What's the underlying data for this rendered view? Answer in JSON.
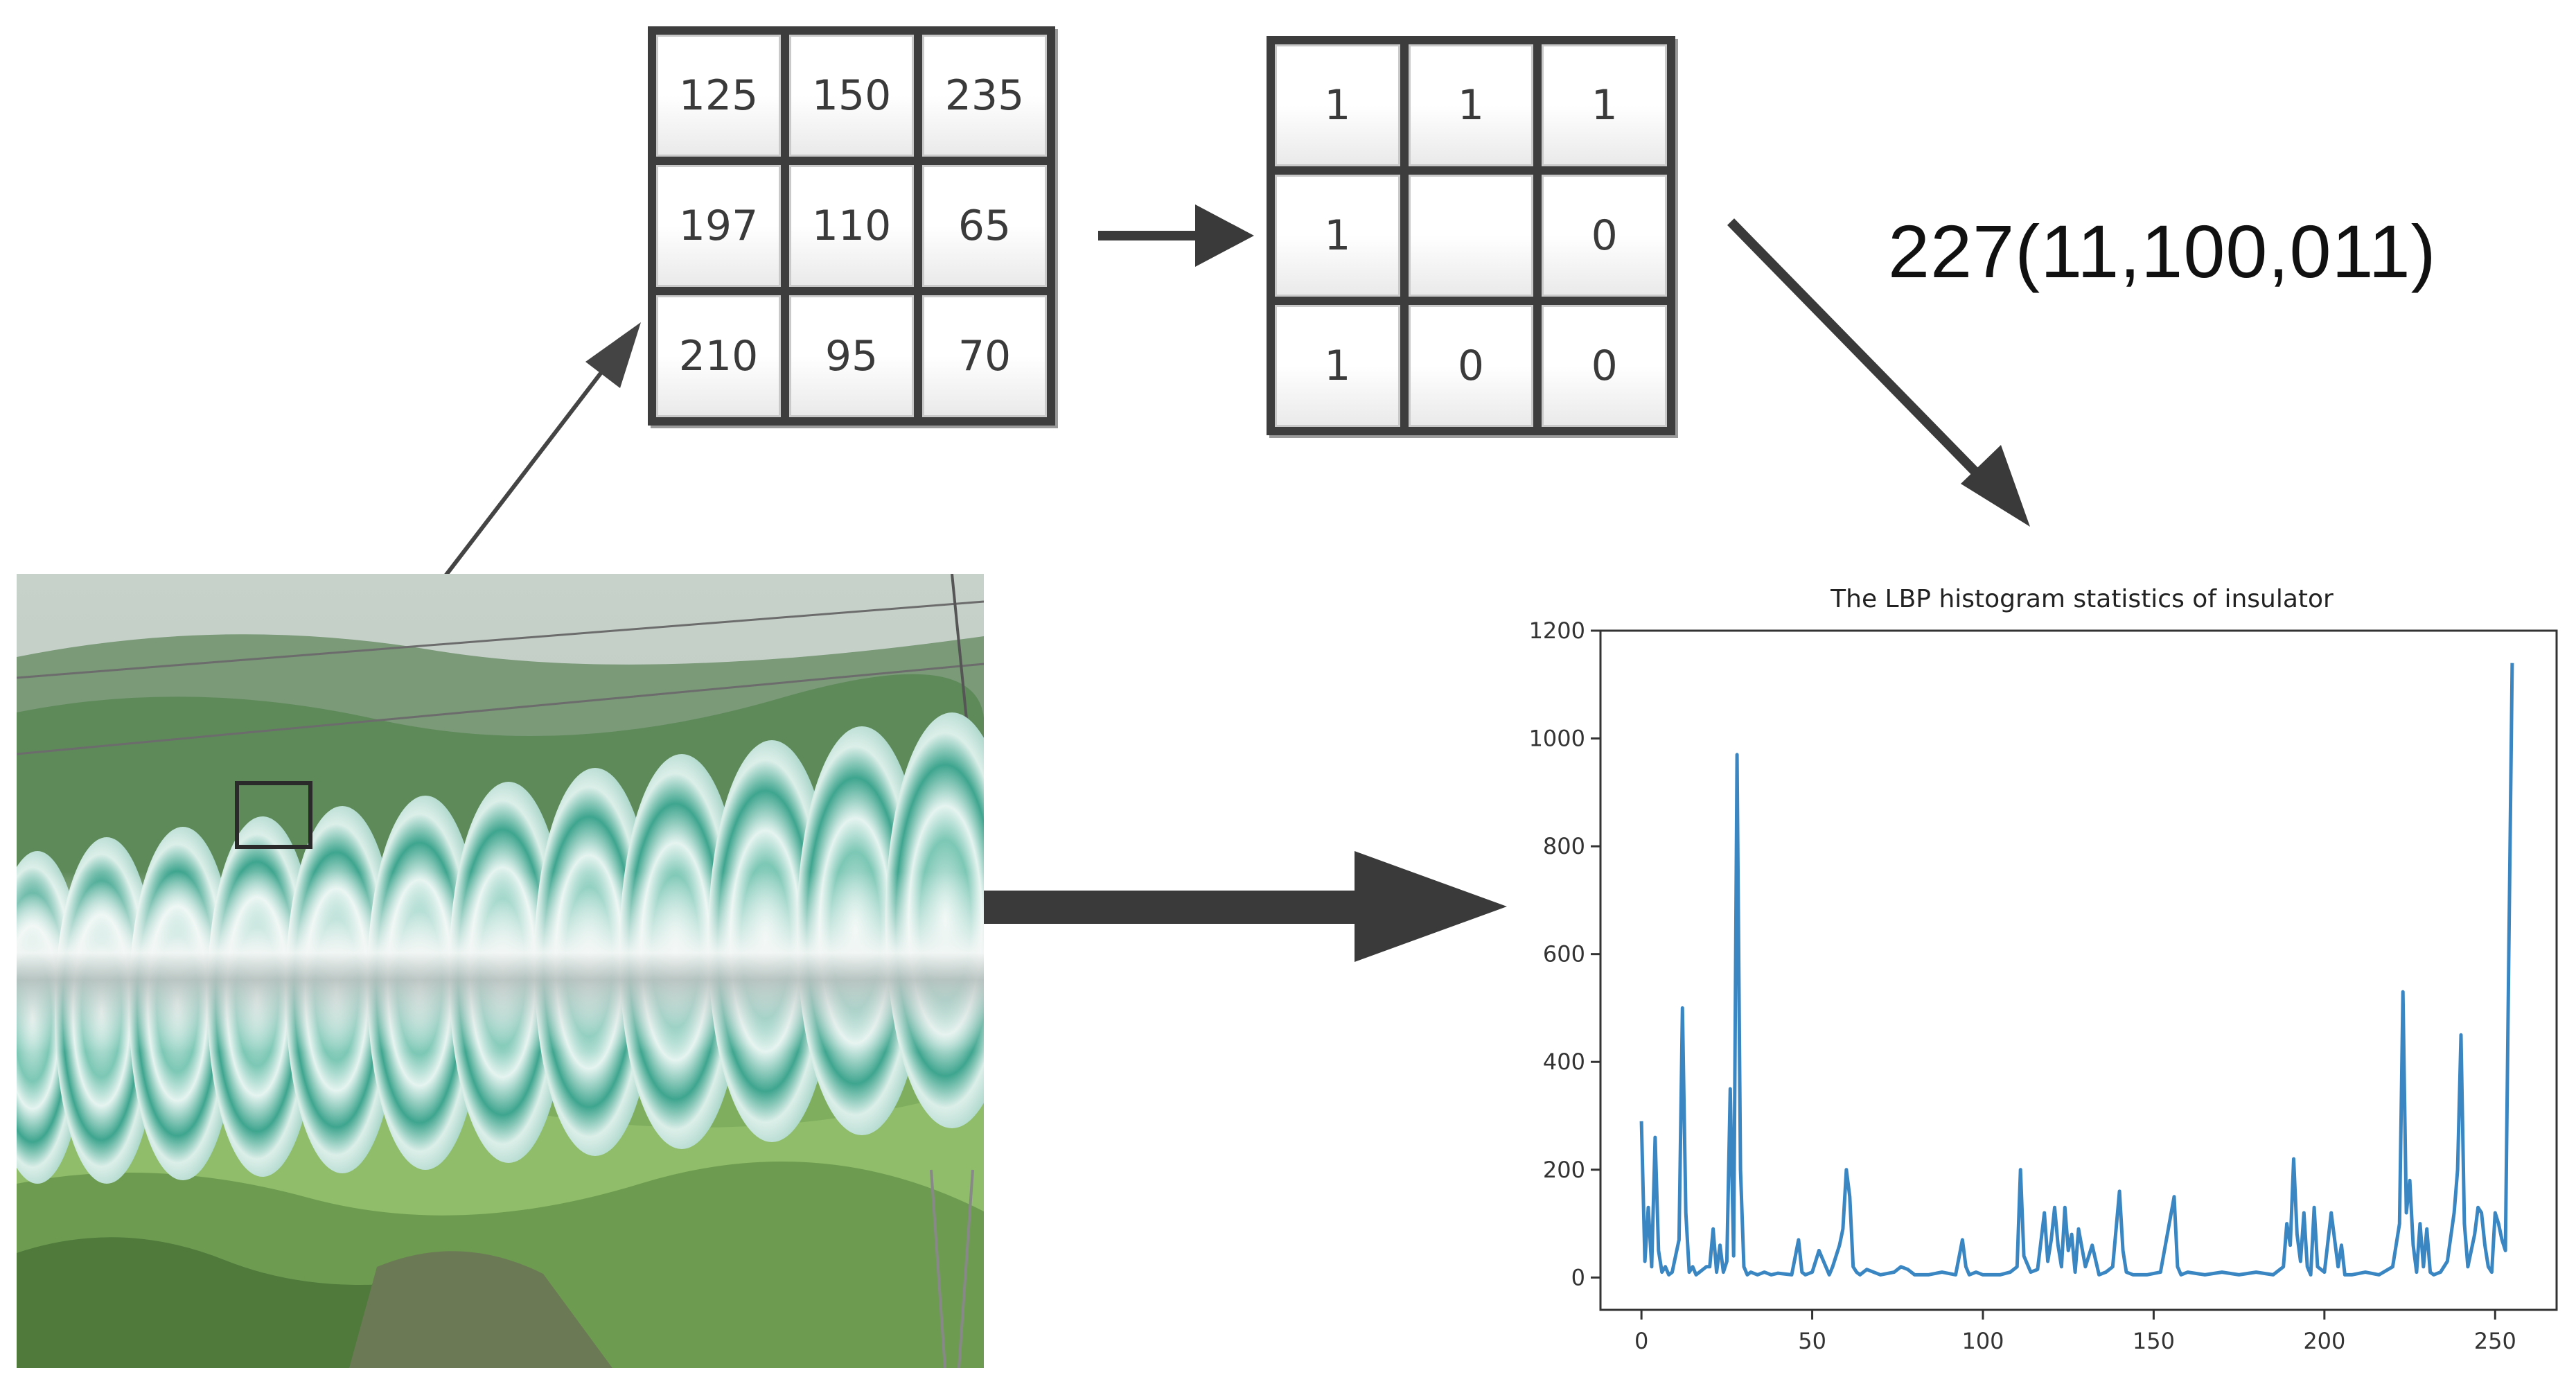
{
  "pixel_grid": {
    "values": [
      "125",
      "150",
      "235",
      "197",
      "110",
      "65",
      "210",
      "95",
      "70"
    ]
  },
  "binary_grid": {
    "values": [
      "1",
      "1",
      "1",
      "1",
      "",
      "0",
      "1",
      "0",
      "0"
    ]
  },
  "lbp_code": "227(11,100,011)",
  "photo": {
    "subject": "insulator-string-photo",
    "colors": {
      "sky": "#c9d3cc",
      "hills": "#5f8a5a",
      "fields": "#8fb36a",
      "insulator": "#d8ede8",
      "insulator_rings": "#3aa58e"
    }
  },
  "chart_data": {
    "type": "line",
    "title": "The LBP histogram statistics of insulator",
    "xlabel": "",
    "ylabel": "",
    "xlim": [
      -12,
      268
    ],
    "ylim": [
      -60,
      1200
    ],
    "xticks": [
      0,
      50,
      100,
      150,
      200,
      250
    ],
    "yticks": [
      0,
      200,
      400,
      600,
      800,
      1000,
      1200
    ],
    "color": "#3a86c2",
    "grid": false,
    "series": [
      {
        "x": [
          0,
          1,
          2,
          3,
          4,
          5,
          6,
          7,
          8,
          9,
          10,
          11,
          12,
          13,
          14,
          15,
          16,
          17,
          18,
          19,
          20,
          21,
          22,
          23,
          24,
          25,
          26,
          27,
          28,
          29,
          30,
          31,
          32,
          34,
          36,
          38,
          40,
          44,
          46,
          47,
          48,
          50,
          52,
          54,
          55,
          56,
          58,
          59,
          60,
          61,
          62,
          63,
          64,
          66,
          70,
          74,
          76,
          78,
          80,
          84,
          88,
          92,
          94,
          95,
          96,
          98,
          100,
          105,
          108,
          110,
          111,
          112,
          114,
          116,
          118,
          119,
          120,
          121,
          122,
          123,
          124,
          125,
          126,
          127,
          128,
          130,
          132,
          134,
          136,
          138,
          140,
          141,
          142,
          144,
          148,
          152,
          156,
          157,
          158,
          160,
          165,
          170,
          175,
          180,
          185,
          188,
          189,
          190,
          191,
          192,
          193,
          194,
          195,
          196,
          197,
          198,
          200,
          202,
          204,
          205,
          206,
          208,
          212,
          216,
          220,
          222,
          223,
          224,
          225,
          226,
          227,
          228,
          229,
          230,
          231,
          232,
          234,
          236,
          238,
          239,
          240,
          241,
          242,
          244,
          245,
          246,
          247,
          248,
          249,
          250,
          251,
          252,
          253,
          254,
          255
        ],
        "y": [
          290,
          30,
          130,
          20,
          260,
          50,
          10,
          20,
          5,
          10,
          40,
          70,
          500,
          120,
          10,
          20,
          5,
          10,
          15,
          20,
          20,
          90,
          10,
          60,
          10,
          30,
          350,
          40,
          970,
          200,
          20,
          5,
          10,
          5,
          10,
          5,
          8,
          5,
          70,
          10,
          5,
          10,
          50,
          20,
          5,
          20,
          60,
          90,
          200,
          150,
          20,
          10,
          5,
          15,
          5,
          10,
          20,
          15,
          5,
          5,
          10,
          5,
          70,
          20,
          5,
          10,
          5,
          5,
          10,
          20,
          200,
          40,
          10,
          15,
          120,
          30,
          70,
          130,
          60,
          20,
          130,
          50,
          80,
          10,
          90,
          20,
          60,
          5,
          10,
          20,
          160,
          50,
          10,
          5,
          5,
          10,
          150,
          20,
          5,
          10,
          5,
          10,
          5,
          10,
          5,
          20,
          100,
          60,
          220,
          80,
          30,
          120,
          20,
          5,
          130,
          20,
          10,
          120,
          20,
          60,
          5,
          5,
          10,
          5,
          20,
          100,
          530,
          120,
          180,
          60,
          10,
          100,
          20,
          90,
          10,
          5,
          10,
          30,
          120,
          200,
          450,
          100,
          20,
          80,
          130,
          120,
          60,
          20,
          10,
          120,
          100,
          70,
          50,
          600,
          1140
        ]
      }
    ]
  }
}
